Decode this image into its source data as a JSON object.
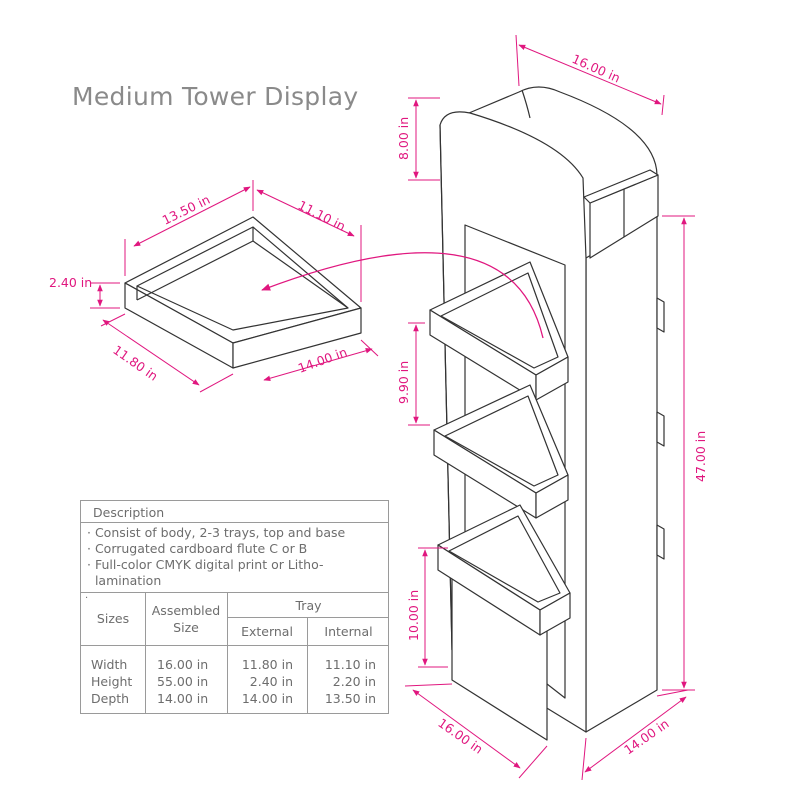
{
  "title": "Medium Tower Display",
  "colors": {
    "accent": "#e0177f",
    "line": "#3a3a3a",
    "text": "#6d6d6d"
  },
  "tray_dimensions": {
    "length_inner": "13.50 in",
    "width_inner": "11.10 in",
    "height": "2.40 in",
    "width_outer": "11.80 in",
    "length_outer": "14.00 in"
  },
  "tower_dimensions": {
    "top_width": "16.00 in",
    "top_height": "8.00 in",
    "body_height": "47.00 in",
    "tray_spacing": "9.90 in",
    "base_height": "10.00 in",
    "base_width": "16.00 in",
    "base_depth": "14.00 in"
  },
  "spec_table": {
    "description_header": "Description",
    "description_items": [
      "· Consist of body, 2-3 trays, top and base",
      "· Corrugated cardboard flute C or B",
      "· Full-color CMYK digital print or Litho-",
      "  lamination"
    ],
    "stray_mark": "·",
    "headers": {
      "sizes": "Sizes",
      "assembled_line1": "Assembled",
      "assembled_line2": "Size",
      "tray": "Tray",
      "external": "External",
      "internal": "Internal"
    },
    "rows": [
      {
        "label": "Width",
        "assembled": "16.00 in",
        "external": "11.80 in",
        "internal": "11.10 in"
      },
      {
        "label": "Height",
        "assembled": "55.00 in",
        "external": "2.40 in",
        "internal": "2.20 in"
      },
      {
        "label": "Depth",
        "assembled": "14.00 in",
        "external": "14.00 in",
        "internal": "13.50 in"
      }
    ]
  }
}
